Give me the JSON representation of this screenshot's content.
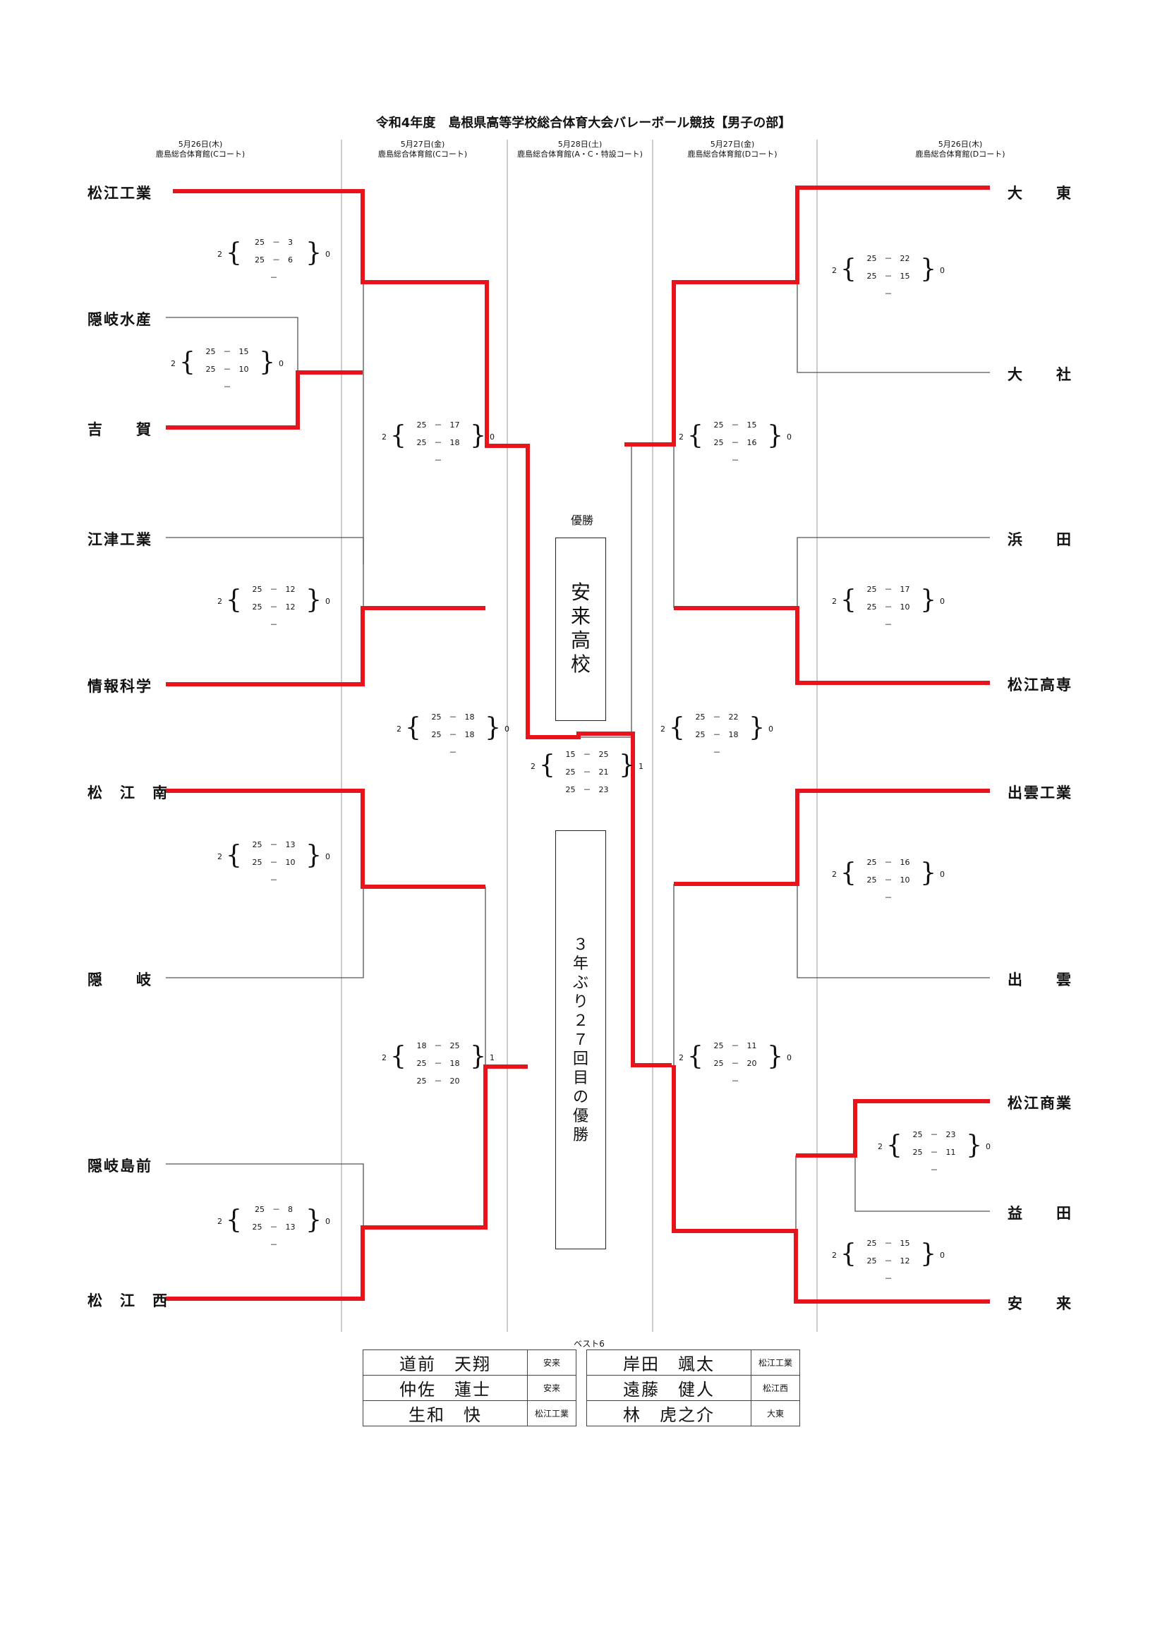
{
  "title": "令和4年度　島根県高等学校総合体育大会バレーボール競技【男子の部】",
  "day_headers": [
    {
      "date": "5月26日(木)",
      "venue": "鹿島総合体育館(Cコート)"
    },
    {
      "date": "5月27日(金)",
      "venue": "鹿島総合体育館(Cコート)"
    },
    {
      "date": "5月28日(土)",
      "venue": "鹿島総合体育館(A・C・特設コート)"
    },
    {
      "date": "5月27日(金)",
      "venue": "鹿島総合体育館(Dコート)"
    },
    {
      "date": "5月26日(木)",
      "venue": "鹿島総合体育館(Dコート)"
    }
  ],
  "teams_left": [
    "松江工業",
    "隠岐水産",
    "吉　　賀",
    "江津工業",
    "情報科学",
    "松　江　南",
    "隠　　岐",
    "隠岐島前",
    "松　江　西"
  ],
  "teams_right": [
    "大　　東",
    "大　　社",
    "浜　　田",
    "松江高専",
    "出雲工業",
    "出　　雲",
    "松江商業",
    "益　　田",
    "安　　来"
  ],
  "scores": [
    {
      "a": "2",
      "b": "0",
      "sets": [
        "25　－　3",
        "25　－　6",
        "－"
      ]
    },
    {
      "a": "2",
      "b": "0",
      "sets": [
        "25　－　15",
        "25　－　10",
        "－"
      ]
    },
    {
      "a": "2",
      "b": "0",
      "sets": [
        "25　－　17",
        "25　－　18",
        "－"
      ]
    },
    {
      "a": "2",
      "b": "0",
      "sets": [
        "25　－　12",
        "25　－　12",
        "－"
      ]
    },
    {
      "a": "2",
      "b": "0",
      "sets": [
        "25　－　18",
        "25　－　18",
        "－"
      ]
    },
    {
      "a": "2",
      "b": "0",
      "sets": [
        "25　－　13",
        "25　－　10",
        "－"
      ]
    },
    {
      "a": "2",
      "b": "1",
      "sets": [
        "18　－　25",
        "25　－　18",
        "25　－　20"
      ]
    },
    {
      "a": "2",
      "b": "0",
      "sets": [
        "25　－　8",
        "25　－　13",
        "－"
      ]
    },
    {
      "a": "2",
      "b": "1",
      "sets": [
        "15　－　25",
        "25　－　21",
        "25　－　23"
      ]
    },
    {
      "a": "2",
      "b": "0",
      "sets": [
        "25　－　22",
        "25　－　15",
        "－"
      ]
    },
    {
      "a": "2",
      "b": "0",
      "sets": [
        "25　－　15",
        "25　－　16",
        "－"
      ]
    },
    {
      "a": "2",
      "b": "0",
      "sets": [
        "25　－　17",
        "25　－　10",
        "－"
      ]
    },
    {
      "a": "2",
      "b": "0",
      "sets": [
        "25　－　22",
        "25　－　18",
        "－"
      ]
    },
    {
      "a": "2",
      "b": "0",
      "sets": [
        "25　－　16",
        "25　－　10",
        "－"
      ]
    },
    {
      "a": "2",
      "b": "0",
      "sets": [
        "25　－　11",
        "25　－　20",
        "－"
      ]
    },
    {
      "a": "2",
      "b": "0",
      "sets": [
        "25　－　23",
        "25　－　11",
        "－"
      ]
    },
    {
      "a": "2",
      "b": "0",
      "sets": [
        "25　－　15",
        "25　－　12",
        "－"
      ]
    }
  ],
  "champion_label": "優勝",
  "champion_lines": [
    "安",
    "来",
    "高",
    "校"
  ],
  "message_lines": [
    "３",
    "年",
    "ぶ",
    "り",
    "２",
    "７",
    "回",
    "目",
    "の",
    "優",
    "勝"
  ],
  "best6_label": "ベスト6",
  "best6": [
    {
      "name": "道前　天翔",
      "school": "安来"
    },
    {
      "name": "仲佐　蓮士",
      "school": "安来"
    },
    {
      "name": "生和　快",
      "school": "松江工業"
    },
    {
      "name": "岸田　颯太",
      "school": "松江工業"
    },
    {
      "name": "遠藤　健人",
      "school": "松江西"
    },
    {
      "name": "林　虎之介",
      "school": "大東"
    }
  ],
  "colors": {
    "winner_line": "#e8141c",
    "normal_line": "#555555",
    "divider": "#999999"
  }
}
